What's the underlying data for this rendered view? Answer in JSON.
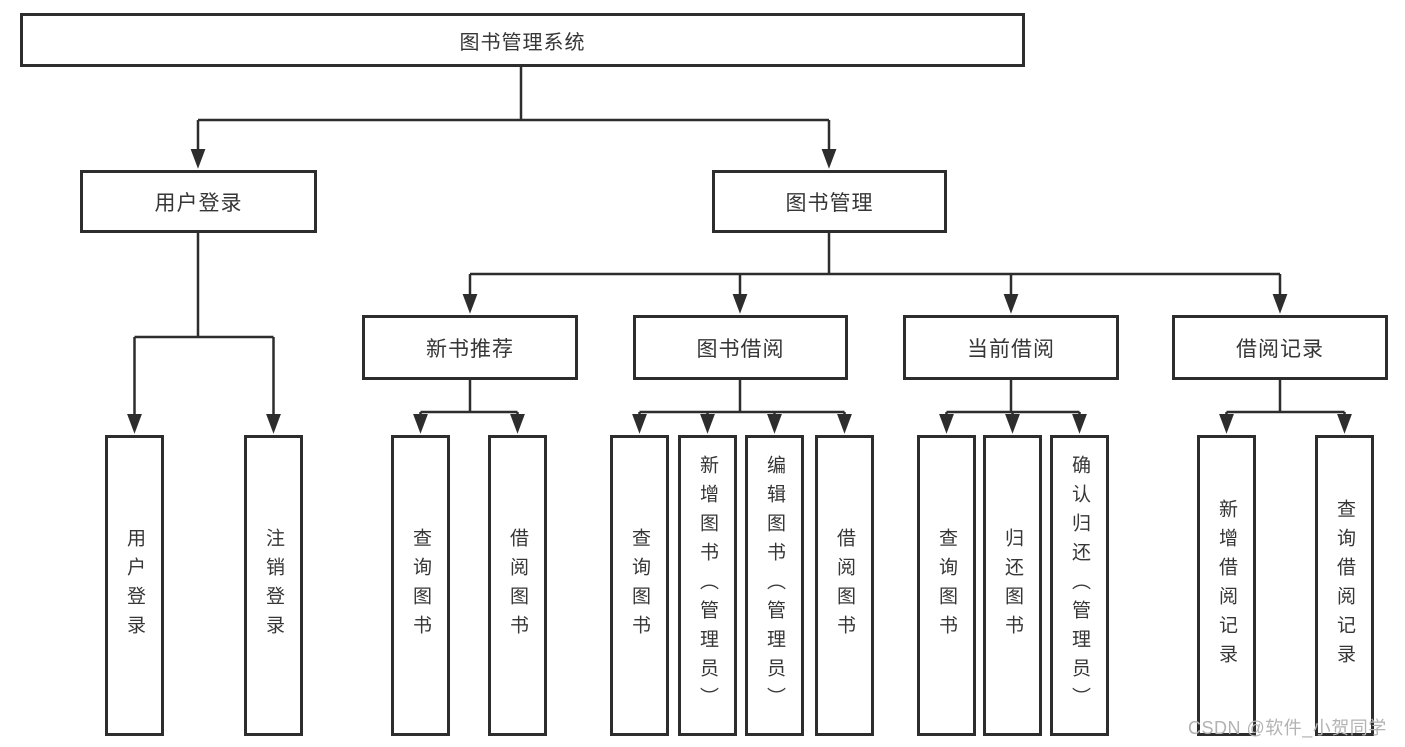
{
  "diagram": {
    "root": "图书管理系统",
    "user_branch": {
      "label": "用户登录",
      "leaves": [
        "用户登录",
        "注销登录"
      ]
    },
    "book_branch": {
      "label": "图书管理",
      "sections": [
        {
          "label": "新书推荐",
          "leaves": [
            "查询图书",
            "借阅图书"
          ]
        },
        {
          "label": "图书借阅",
          "leaves": [
            "查询图书",
            "新增图书（管理员）",
            "编辑图书（管理员）",
            "借阅图书"
          ]
        },
        {
          "label": "当前借阅",
          "leaves": [
            "查询图书",
            "归还图书",
            "确认归还（管理员）"
          ]
        },
        {
          "label": "借阅记录",
          "leaves": [
            "新增借阅记录",
            "查询借阅记录"
          ]
        }
      ]
    }
  },
  "watermark": "CSDN @软件_小贺同学",
  "colors": {
    "line": "#2d2d2d",
    "text": "#363636",
    "watermark_gray": "#b3b3b3",
    "background": "#ffffff"
  }
}
